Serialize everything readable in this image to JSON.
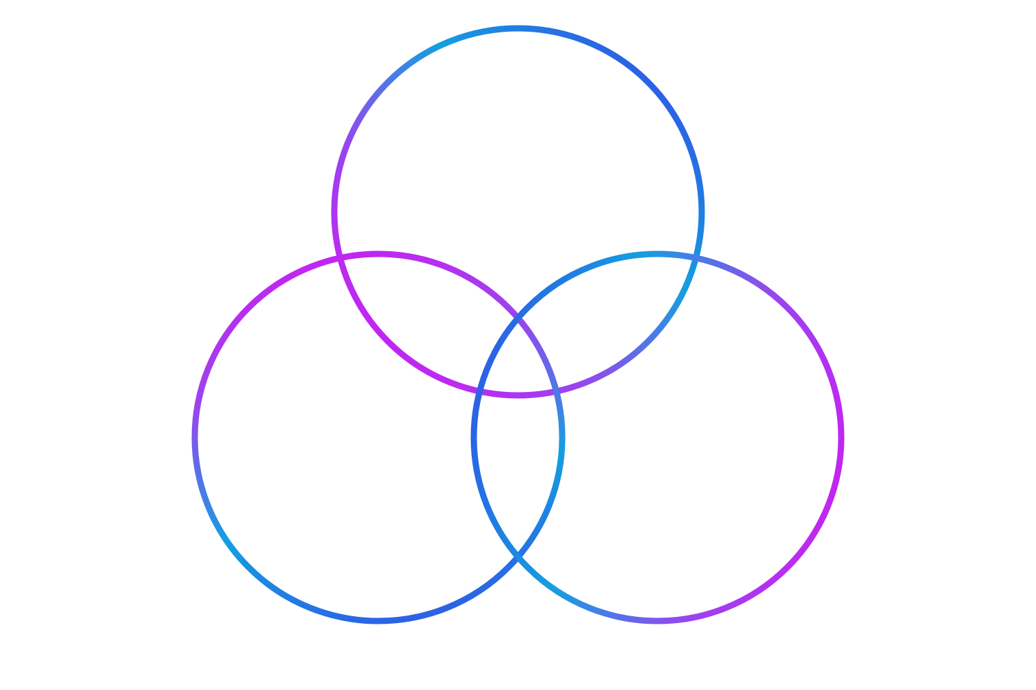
{
  "diagram": {
    "type": "venn",
    "set_count": 3,
    "sets": [
      {
        "id": "top",
        "label": ""
      },
      {
        "id": "bottom-left",
        "label": ""
      },
      {
        "id": "bottom-right",
        "label": ""
      }
    ],
    "colors": {
      "background": "#ffffff",
      "gradient_magenta": "#dd11f2",
      "gradient_violet": "#9a44ee",
      "gradient_cyan": "#149fe0",
      "gradient_blue": "#3a3de6"
    }
  }
}
